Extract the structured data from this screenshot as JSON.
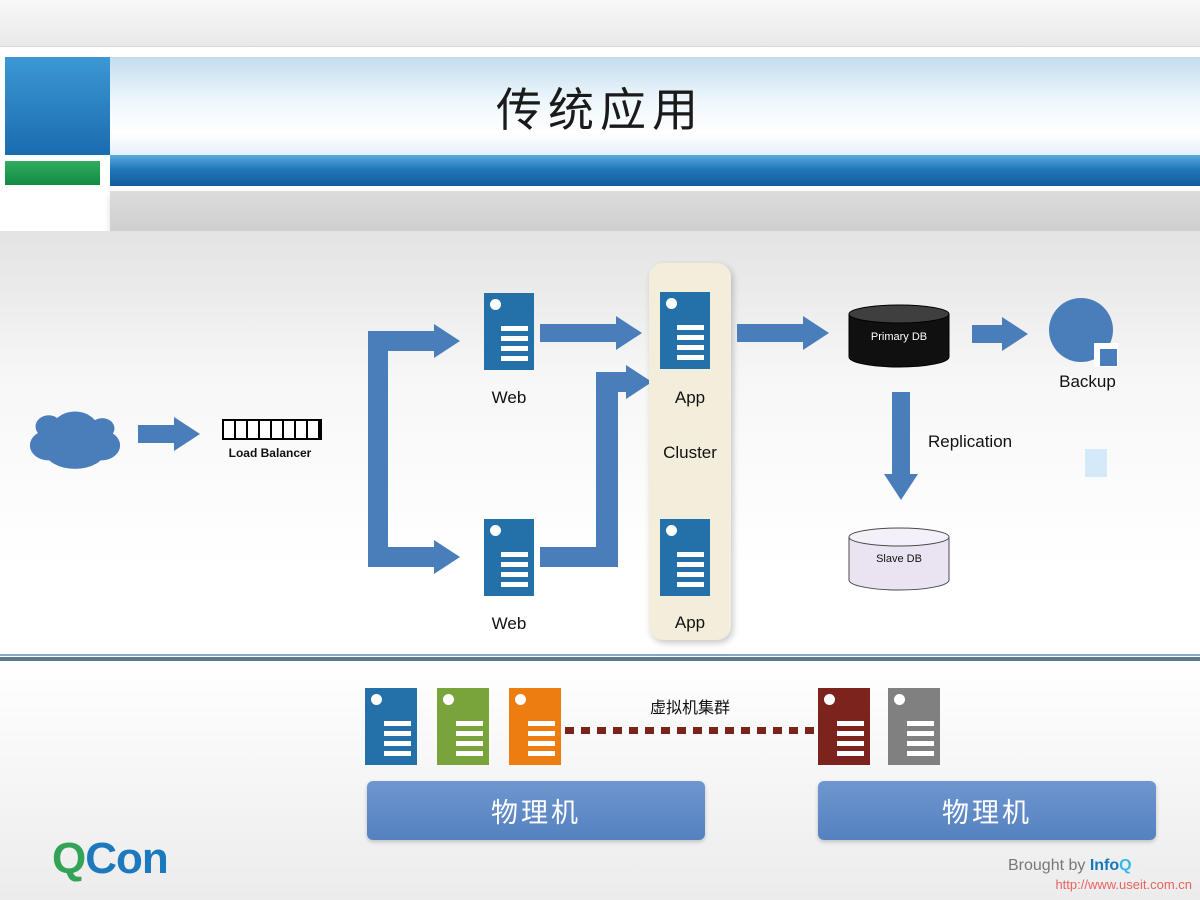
{
  "header": {
    "title": "传统应用"
  },
  "diagram": {
    "load_balancer": "Load Balancer",
    "web_top": "Web",
    "web_bottom": "Web",
    "app_top": "App",
    "app_bottom": "App",
    "cluster": "Cluster",
    "primary_db": "Primary DB",
    "backup": "Backup",
    "replication": "Replication",
    "slave_db": "Slave DB"
  },
  "physical": {
    "vm_cluster": "虚拟机集群",
    "machine_left": "物理机",
    "machine_right": "物理机"
  },
  "footer": {
    "logo_q": "Q",
    "logo_con": "Con",
    "brought_by": "Brought by ",
    "brand_info": "Info",
    "brand_q": "Q",
    "watermark": "http://www.useit.com.cn"
  },
  "icons": {
    "cloud": "cloud-icon",
    "server": "server-icon",
    "database": "database-cylinder-icon",
    "backup_disk": "backup-disk-icon"
  },
  "colors": {
    "arrow_blue": "#4a7ebb",
    "server_blue": "#2470a8",
    "server_green": "#79a43c",
    "server_orange": "#ee7d11",
    "server_darkred": "#7c231d",
    "server_gray": "#808080",
    "header_blue": "#1a6cb0",
    "header_green": "#128a43",
    "machine_box_blue": "#5b87c5",
    "cluster_panel": "#f3eedb",
    "primary_db_black": "#101010",
    "slave_db_lavender": "#eae4f2"
  }
}
